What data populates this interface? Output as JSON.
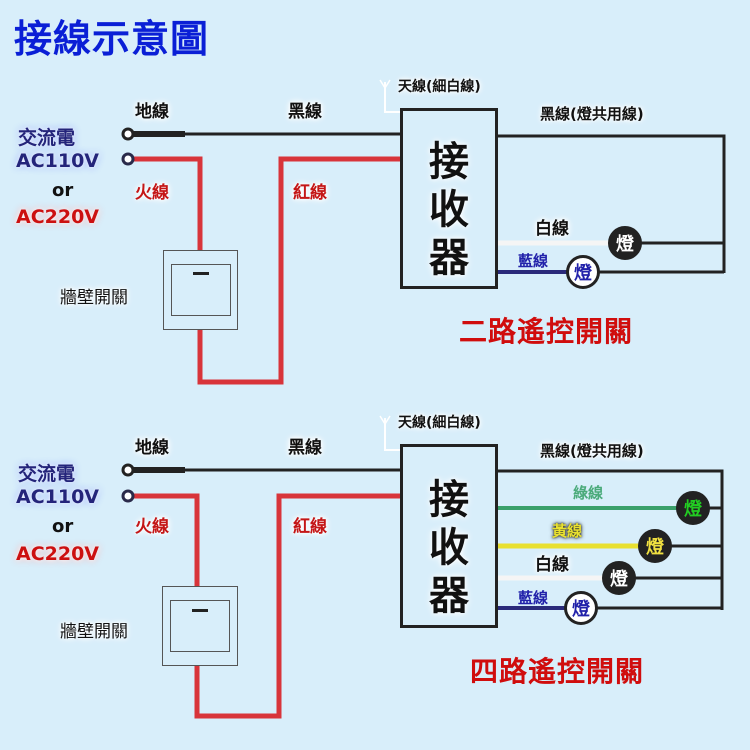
{
  "title": "接線示意圖",
  "colors": {
    "background": "#d8eefa",
    "title": "#0a1fd6",
    "black_wire": "#222222",
    "red_wire": "#d8343a",
    "white_wire": "#f5f5f5",
    "blue_wire": "#2a2a7a",
    "green_wire": "#3aa06a",
    "yellow_wire": "#e8e030",
    "mode_title": "#d00d0d"
  },
  "diagrams": [
    {
      "id": "two-way",
      "power": {
        "label": "交流電",
        "v1": "AC110V",
        "or": "or",
        "v2": "AC220V"
      },
      "ground_label": "地線",
      "live_label": "火線",
      "black_label": "黑線",
      "red_label": "紅線",
      "switch_label": "牆壁開關",
      "antenna_label": "天線(細白線)",
      "receiver_chars": [
        "接",
        "收",
        "器"
      ],
      "common_label": "黑線(燈共用線)",
      "channels": [
        {
          "label": "白線",
          "lamp": "燈",
          "color": "white"
        },
        {
          "label": "藍線",
          "lamp": "燈",
          "color": "blue"
        }
      ],
      "mode_title": "二路遙控開關"
    },
    {
      "id": "four-way",
      "power": {
        "label": "交流電",
        "v1": "AC110V",
        "or": "or",
        "v2": "AC220V"
      },
      "ground_label": "地線",
      "live_label": "火線",
      "black_label": "黑線",
      "red_label": "紅線",
      "switch_label": "牆壁開關",
      "antenna_label": "天線(細白線)",
      "receiver_chars": [
        "接",
        "收",
        "器"
      ],
      "common_label": "黑線(燈共用線)",
      "channels": [
        {
          "label": "綠線",
          "lamp": "燈",
          "color": "green"
        },
        {
          "label": "黃線",
          "lamp": "燈",
          "color": "yellow"
        },
        {
          "label": "白線",
          "lamp": "燈",
          "color": "white"
        },
        {
          "label": "藍線",
          "lamp": "燈",
          "color": "blue"
        }
      ],
      "mode_title": "四路遙控開關"
    }
  ]
}
